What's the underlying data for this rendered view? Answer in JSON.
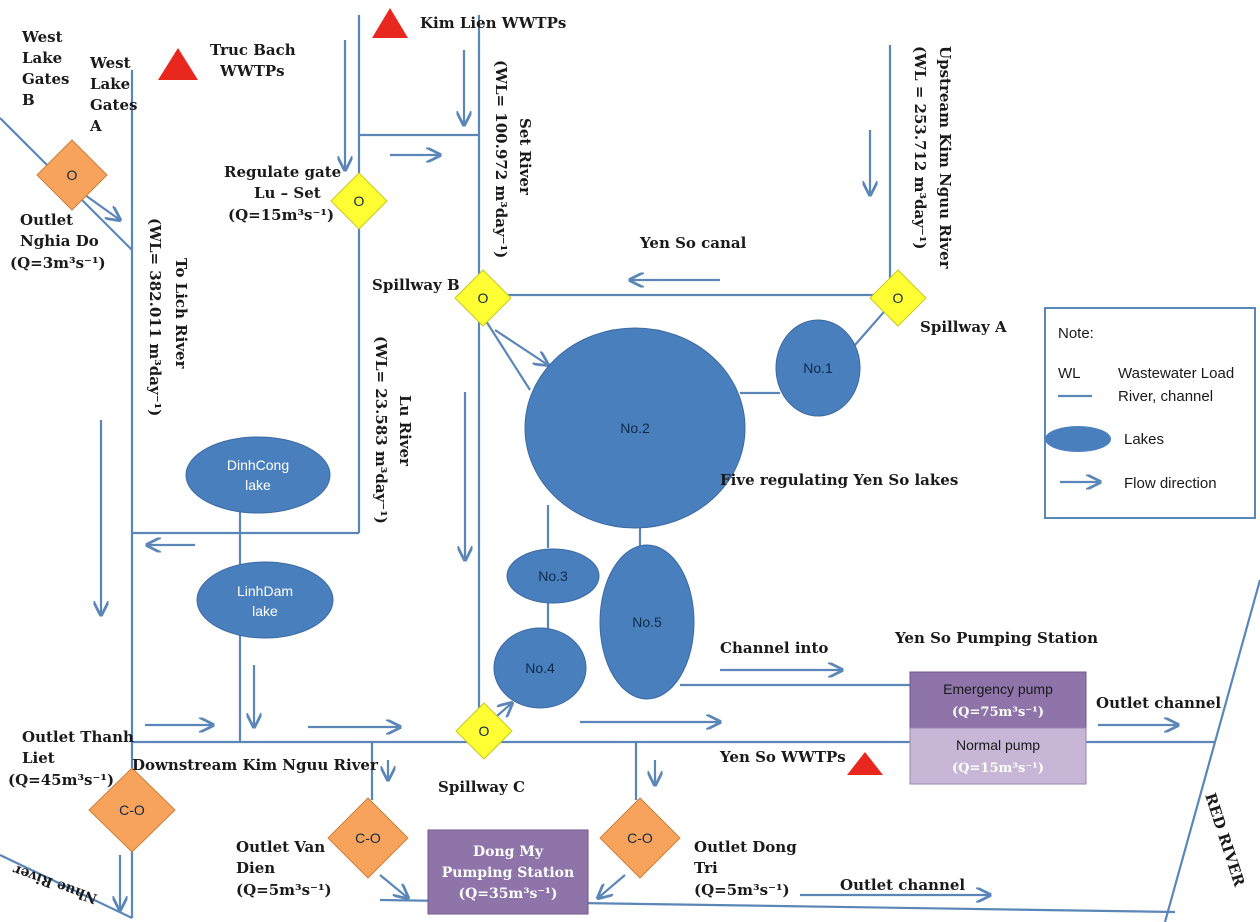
{
  "labels": {
    "west_lake_b": [
      "West",
      "Lake",
      "Gates",
      "B"
    ],
    "west_lake_a": [
      "West",
      "Lake",
      "Gates",
      "A"
    ],
    "truc_bach": [
      "Truc Bach",
      "WWTPs"
    ],
    "kim_lien": "Kim Lien WWTPs",
    "outlet_nghia_do": [
      "Outlet",
      "Nghia Do",
      "(Q=3m³s⁻¹)"
    ],
    "to_lich": [
      "To Lich River",
      "(WL= 382.011 m³day⁻¹)"
    ],
    "regulate_gate": [
      "Regulate gate",
      "Lu – Set",
      "(Q=15m³s⁻¹)"
    ],
    "set_river": [
      "Set River",
      "(WL= 100.972 m³day⁻¹)"
    ],
    "upstream_kim_nguu": [
      "Upstream Kim Nguu River",
      "(WL = 253.712 m³day⁻¹)"
    ],
    "yen_so_canal": "Yen So canal",
    "spillway_a": "Spillway A",
    "spillway_b": "Spillway B",
    "spillway_c": "Spillway C",
    "lu_river": [
      "Lu River",
      "(WL= 23.583 m³day⁻¹)"
    ],
    "five_lakes": "Five regulating Yen So lakes",
    "channel_into": "Channel into",
    "yen_so_pumping": "Yen So Pumping Station",
    "outlet_channel_right": "Outlet channel",
    "yen_so_wwtps": "Yen So WWTPs",
    "outlet_thanh_liet": [
      "Outlet Thanh",
      "Liet",
      "(Q=45m³s⁻¹)"
    ],
    "downstream_kim_nguu": "Downstream Kim Nguu River",
    "outlet_van_dien": [
      "Outlet Van",
      "Dien",
      "(Q=5m³s⁻¹)"
    ],
    "outlet_dong_tri": [
      "Outlet Dong",
      "Tri",
      "(Q=5m³s⁻¹)"
    ],
    "outlet_channel_bottom": "Outlet channel",
    "nhue_river": "Nhue River",
    "red_river": "RED RIVER"
  },
  "gates": {
    "west_lake": "O",
    "regulate": "O",
    "spillway_b": "O",
    "spillway_a": "O",
    "spillway_c": "O",
    "thanh_liet": "C-O",
    "van_dien": "C-O",
    "dong_tri": "C-O"
  },
  "lakes": {
    "no1": "No.1",
    "no2": "No.2",
    "no3": "No.3",
    "no4": "No.4",
    "no5": "No.5",
    "dinh_cong": [
      "DinhCong",
      "lake"
    ],
    "linh_dam": [
      "LinhDam",
      "lake"
    ]
  },
  "pumps": {
    "emergency": [
      "Emergency pump",
      "(Q=75m³s⁻¹)"
    ],
    "normal": [
      "Normal pump",
      "(Q=15m³s⁻¹)"
    ],
    "dong_my": [
      "Dong My",
      "Pumping Station",
      "(Q=35m³s⁻¹)"
    ]
  },
  "legend": {
    "title": "Note:",
    "wl_key": "WL",
    "wl_desc": "Wastewater Load",
    "river_desc": "River, channel",
    "lakes_desc": "Lakes",
    "flow_desc": "Flow direction"
  },
  "colors": {
    "line": "#5b86b8",
    "lake": "#4a7fbd",
    "gate_yellow": "#ffff33",
    "gate_orange": "#f7a35c",
    "triangle": "#e8281e",
    "pump_dark": "#8e74a8",
    "pump_light": "#c8b6d6"
  }
}
